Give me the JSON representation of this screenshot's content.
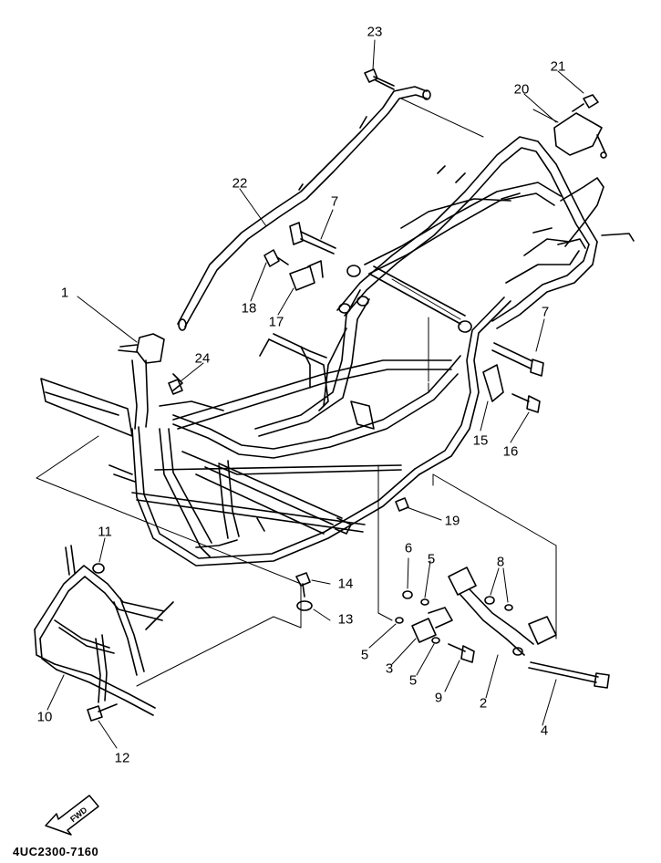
{
  "diagram": {
    "callouts": [
      {
        "id": "c1",
        "text": "1"
      },
      {
        "id": "c2",
        "text": "2"
      },
      {
        "id": "c3",
        "text": "3"
      },
      {
        "id": "c4",
        "text": "4"
      },
      {
        "id": "c5a",
        "text": "5"
      },
      {
        "id": "c5b",
        "text": "5"
      },
      {
        "id": "c5c",
        "text": "5"
      },
      {
        "id": "c6",
        "text": "6"
      },
      {
        "id": "c7a",
        "text": "7"
      },
      {
        "id": "c7b",
        "text": "7"
      },
      {
        "id": "c8",
        "text": "8"
      },
      {
        "id": "c9",
        "text": "9"
      },
      {
        "id": "c10",
        "text": "10"
      },
      {
        "id": "c11",
        "text": "11"
      },
      {
        "id": "c12",
        "text": "12"
      },
      {
        "id": "c13",
        "text": "13"
      },
      {
        "id": "c14",
        "text": "14"
      },
      {
        "id": "c15",
        "text": "15"
      },
      {
        "id": "c16",
        "text": "16"
      },
      {
        "id": "c17",
        "text": "17"
      },
      {
        "id": "c18",
        "text": "18"
      },
      {
        "id": "c19",
        "text": "19"
      },
      {
        "id": "c20",
        "text": "20"
      },
      {
        "id": "c21",
        "text": "21"
      },
      {
        "id": "c22",
        "text": "22"
      },
      {
        "id": "c23",
        "text": "23"
      },
      {
        "id": "c24",
        "text": "24"
      }
    ],
    "fwd_label": "FWD",
    "drawing_code": "4UC2300-7160"
  }
}
